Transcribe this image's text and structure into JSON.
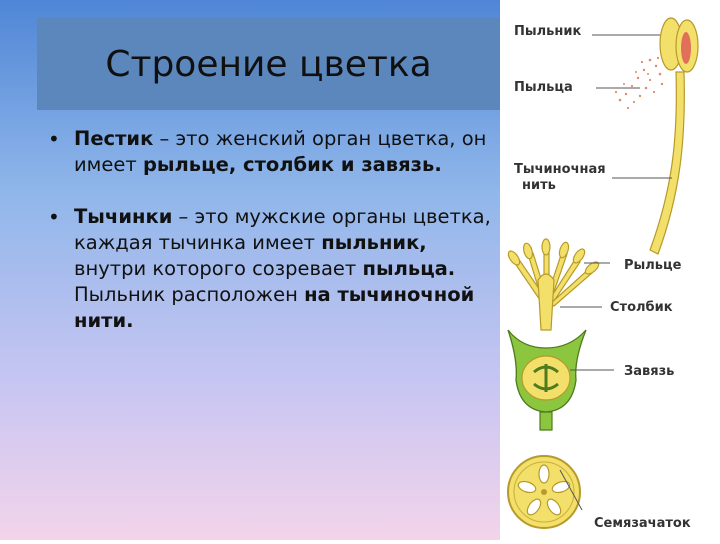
{
  "slide": {
    "title": "Строение цветка",
    "bullets": [
      {
        "parts": [
          {
            "text": "Пестик",
            "bold": true
          },
          {
            "text": " – это женский орган цветка, он имеет ",
            "bold": false
          },
          {
            "text": "рыльце, столбик и завязь.",
            "bold": true
          }
        ]
      },
      {
        "parts": [
          {
            "text": "Тычинки",
            "bold": true
          },
          {
            "text": " – это мужские органы цветка, каждая тычинка имеет ",
            "bold": false
          },
          {
            "text": "пыльник,",
            "bold": true
          },
          {
            "text": " внутри которого созревает ",
            "bold": false
          },
          {
            "text": "пыльца.",
            "bold": true
          },
          {
            "text": " Пыльник расположен ",
            "bold": false
          },
          {
            "text": "на тычиночной нити.",
            "bold": true
          }
        ]
      }
    ]
  },
  "figure": {
    "labels": {
      "anther": "Пыльник",
      "pollen": "Пыльца",
      "filament_line1": "Тычиночная",
      "filament_line2": "нить",
      "stigma": "Рыльце",
      "style": "Столбик",
      "ovary": "Завязь",
      "ovules": "Семязачаток"
    },
    "colors": {
      "stamen_yellow": "#f3e06a",
      "anther_red": "#e0705a",
      "ovary_green": "#8cc63f",
      "leader_line": "#555555"
    }
  }
}
